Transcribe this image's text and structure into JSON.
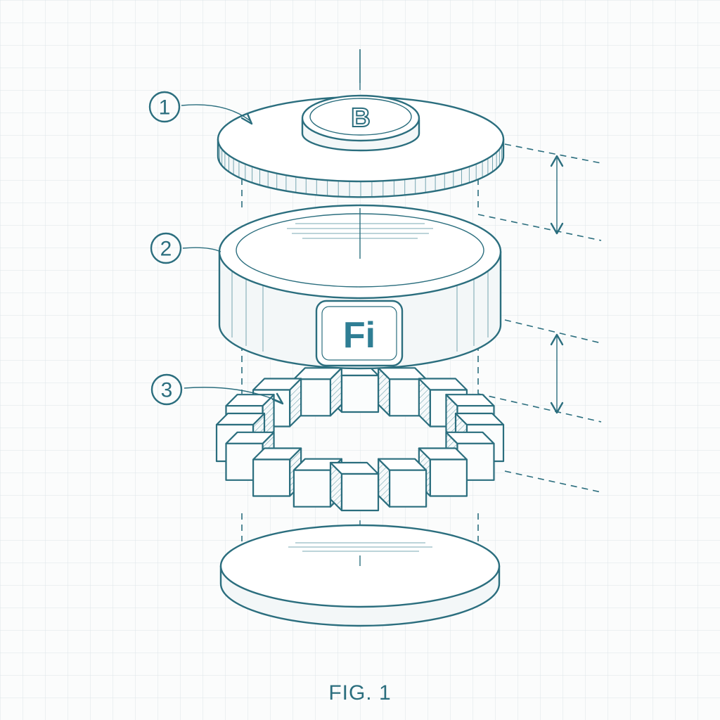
{
  "callouts": [
    {
      "label": "1"
    },
    {
      "label": "2"
    },
    {
      "label": "3"
    }
  ],
  "coin_logo": {
    "text": "B"
  },
  "band_logo": {
    "text": "Fi"
  },
  "caption": "FIG. 1",
  "colors": {
    "ink": "#2b6e7e",
    "logo": "#2f7e94",
    "grid": "#d9e2e5",
    "paper": "#fbfcfc"
  },
  "icons": [
    "coin-b-icon",
    "fi-logo-icon"
  ]
}
